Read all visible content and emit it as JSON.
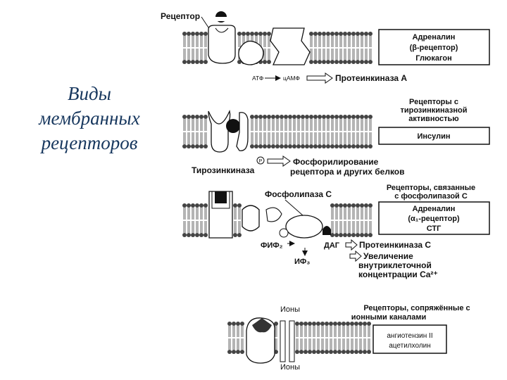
{
  "slide_title": [
    "Виды",
    "мембранных",
    "рецепторов"
  ],
  "panel1": {
    "receptor_label": "Рецептор",
    "atp": "АТФ",
    "camp": "цАМФ",
    "target": "Протеинкиназа А",
    "ligand_box": [
      "Адреналин",
      "(β-рецептор)",
      "Глюкагон"
    ]
  },
  "panel2": {
    "header": [
      "Рецепторы с",
      "тирозинкиназной",
      "активностью"
    ],
    "ligand_box": [
      "Инсулин"
    ],
    "p_mark": "P",
    "kinase": "Тирозинкиназа",
    "effect": [
      "Фосфорилирование",
      "рецептора и других белков"
    ]
  },
  "panel3": {
    "enzyme": "Фосфолипаза С",
    "header": [
      "Рецепторы, связанные",
      "с фосфолипазой С"
    ],
    "ligand_box": [
      "Адреналин",
      "(α₁-рецептор)",
      "СТГ"
    ],
    "pip2": "ФИФ₂",
    "dag": "ДАГ",
    "ip3": "ИФ₃",
    "effect1": "Протеинкиназа С",
    "effect2": [
      "Увеличение",
      "внутриклеточной",
      "концентрации Ca²⁺"
    ]
  },
  "panel4": {
    "ions_top": "Ионы",
    "ions_bottom": "Ионы",
    "header": [
      "Рецепторы, сопряжённые с",
      "ионными каналами"
    ],
    "ligand_box": [
      "ангиотензин II",
      "ацетилхолин"
    ]
  }
}
